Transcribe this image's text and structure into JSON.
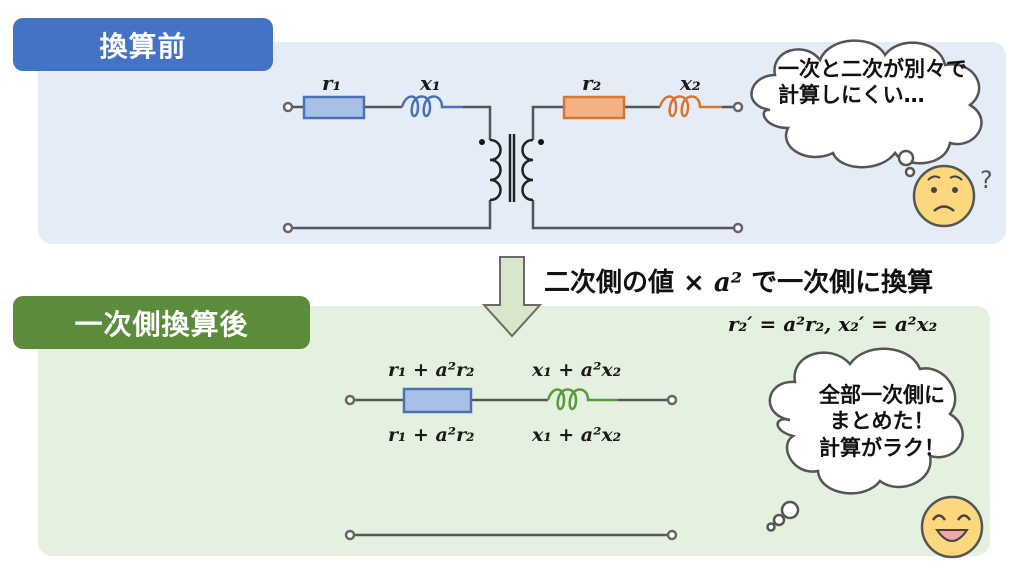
{
  "sections": {
    "before": {
      "title": "換算前"
    },
    "after": {
      "title": "一次側換算後"
    }
  },
  "conversion": {
    "caption_prefix": "二次側の値 × ",
    "caption_math": "a²",
    "caption_suffix": " で一次側に換算",
    "formula": "r₂′ = a²r₂, x₂′ = a²x₂"
  },
  "before_circuit": {
    "labels": {
      "r1": "r₁",
      "x1": "x₁",
      "r2": "r₂",
      "x2": "x₂"
    },
    "colors": {
      "primary": "#4a72b8",
      "primary_fill": "#a9c0e6",
      "secondary": "#d8752e",
      "secondary_fill": "#f4b183",
      "wire": "#555555"
    }
  },
  "after_circuit": {
    "labels": {
      "r_top": "r₁ + a²r₂",
      "r_bottom": "r₁ + a²r₂",
      "x_top": "x₁ + a²x₂",
      "x_bottom": "x₁ + a²x₂"
    },
    "colors": {
      "resistor": "#4a72b8",
      "resistor_fill": "#a9c0e6",
      "inductor": "#5b9a3a"
    }
  },
  "bubbles": {
    "before": {
      "lines": [
        "一次と二次が別々で",
        "計算しにくい…"
      ],
      "face": "worried-face",
      "extra": "?"
    },
    "after": {
      "lines": [
        "全部一次側に",
        "まとめた！",
        "計算がラク！"
      ],
      "face": "smiling-face"
    }
  }
}
